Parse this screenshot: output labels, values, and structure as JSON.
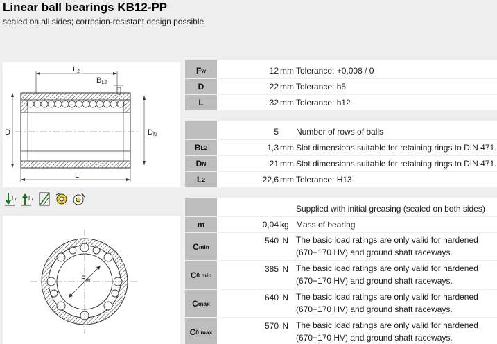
{
  "header": {
    "title": "Linear ball bearings KB12-PP",
    "subtitle": "sealed on all sides; corrosion-resistant design possible"
  },
  "drawing1": {
    "labels": {
      "L2": "L",
      "L2_sub": "2",
      "BL2": "B",
      "BL2_sub": "L2",
      "D": "D",
      "DN": "D",
      "DN_sub": "N",
      "L": "L"
    }
  },
  "drawing2": {
    "labels": {
      "Fw": "F",
      "Fw_sub": "W"
    }
  },
  "load_icons": [
    "axial-load-icon",
    "axial-load-offset-icon",
    "misalignment-icon",
    "shaft-rotation-icon",
    "self-aligning-icon"
  ],
  "load_icon_text": {
    "fr1": "F",
    "fr1_sub": "r",
    "fr2": "F",
    "fr2_sub": "r"
  },
  "rows": [
    {
      "sym": "F",
      "sub": "w",
      "value": "12",
      "unit": "mm",
      "desc": "Tolerance: +0,008 / 0"
    },
    {
      "sym": "D",
      "sub": "",
      "value": "22",
      "unit": "mm",
      "desc": "Tolerance: h5"
    },
    {
      "sym": "L",
      "sub": "",
      "value": "32",
      "unit": "mm",
      "desc": "Tolerance: h12"
    },
    {
      "sym": "",
      "sub": "",
      "value": "5",
      "unit": "",
      "desc": "Number of rows of balls"
    },
    {
      "sym": "B",
      "sub": "L2",
      "value": "1,3",
      "unit": "mm",
      "desc": "Slot dimensions suitable for retaining rings to DIN 471."
    },
    {
      "sym": "D",
      "sub": "N",
      "value": "21",
      "unit": "mm",
      "desc": "Slot dimensions suitable for retaining rings to DIN 471."
    },
    {
      "sym": "L",
      "sub": "2",
      "value": "22,6",
      "unit": "mm",
      "desc": "Tolerance: H13"
    },
    {
      "sym": "",
      "sub": "",
      "value": "",
      "unit": "",
      "desc": "Supplied with initial greasing (sealed on both sides)"
    },
    {
      "sym": "m",
      "sub": "",
      "value": "0,04",
      "unit": "kg",
      "desc": "Mass of bearing"
    },
    {
      "sym": "C",
      "sub": "min",
      "value": "540",
      "unit": "N",
      "desc": "The basic load ratings are only valid for hardened (670+170 HV) and ground shaft raceways."
    },
    {
      "sym": "C",
      "sub": "0 min",
      "value": "385",
      "unit": "N",
      "desc": "The basic load ratings are only valid for hardened (670+170 HV) and ground shaft raceways."
    },
    {
      "sym": "C",
      "sub": "max",
      "value": "640",
      "unit": "N",
      "desc": "The basic load ratings are only valid for hardened (670+170 HV) and ground shaft raceways."
    },
    {
      "sym": "C",
      "sub": "0 max",
      "value": "570",
      "unit": "N",
      "desc": "The basic load ratings are only valid for hardened (670+170 HV) and ground shaft raceways."
    }
  ]
}
